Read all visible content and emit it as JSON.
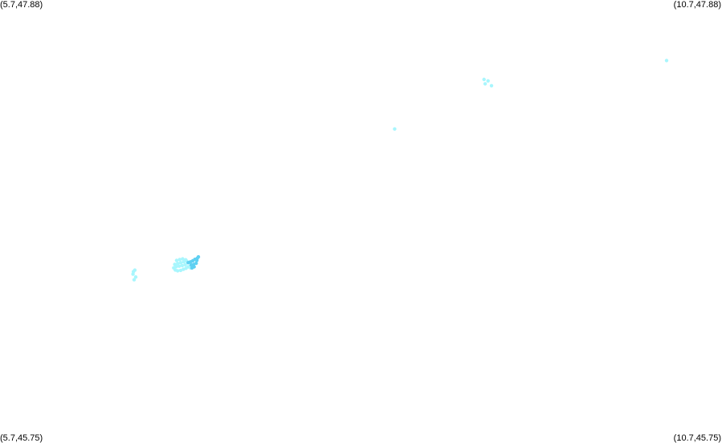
{
  "corners": {
    "top_left": "(5.7,47.88)",
    "top_right": "(10.7,47.88)",
    "bottom_left": "(5.7,45.75)",
    "bottom_right": "(10.7,45.75)"
  },
  "bounds": {
    "lon_min": 5.7,
    "lon_max": 10.7,
    "lat_min": 45.75,
    "lat_max": 47.88
  },
  "colors": {
    "light": "#a8f6fd",
    "medium": "#5fd0f2",
    "background": "#ffffff"
  },
  "points": [
    {
      "lon": 10.316,
      "lat": 47.589,
      "tone": "light"
    },
    {
      "lon": 9.052,
      "lat": 47.498,
      "tone": "light"
    },
    {
      "lon": 9.08,
      "lat": 47.491,
      "tone": "light"
    },
    {
      "lon": 9.06,
      "lat": 47.477,
      "tone": "light"
    },
    {
      "lon": 9.104,
      "lat": 47.468,
      "tone": "light"
    },
    {
      "lon": 8.433,
      "lat": 47.26,
      "tone": "light"
    },
    {
      "lon": 6.634,
      "lat": 46.581,
      "tone": "light"
    },
    {
      "lon": 6.624,
      "lat": 46.574,
      "tone": "light"
    },
    {
      "lon": 6.621,
      "lat": 46.562,
      "tone": "light"
    },
    {
      "lon": 6.64,
      "lat": 46.548,
      "tone": "light"
    },
    {
      "lon": 6.629,
      "lat": 46.535,
      "tone": "light"
    },
    {
      "lon": 6.914,
      "lat": 46.582,
      "tone": "light"
    },
    {
      "lon": 6.93,
      "lat": 46.578,
      "tone": "light"
    },
    {
      "lon": 6.951,
      "lat": 46.58,
      "tone": "light"
    },
    {
      "lon": 6.97,
      "lat": 46.585,
      "tone": "light"
    },
    {
      "lon": 6.988,
      "lat": 46.59,
      "tone": "light"
    },
    {
      "lon": 7.003,
      "lat": 46.597,
      "tone": "light"
    },
    {
      "lon": 6.903,
      "lat": 46.592,
      "tone": "light"
    },
    {
      "lon": 6.92,
      "lat": 46.598,
      "tone": "light"
    },
    {
      "lon": 6.941,
      "lat": 46.6,
      "tone": "light"
    },
    {
      "lon": 6.962,
      "lat": 46.603,
      "tone": "light"
    },
    {
      "lon": 6.983,
      "lat": 46.607,
      "tone": "light"
    },
    {
      "lon": 6.91,
      "lat": 46.609,
      "tone": "light"
    },
    {
      "lon": 6.931,
      "lat": 46.613,
      "tone": "light"
    },
    {
      "lon": 6.952,
      "lat": 46.617,
      "tone": "light"
    },
    {
      "lon": 6.973,
      "lat": 46.621,
      "tone": "light"
    },
    {
      "lon": 6.994,
      "lat": 46.624,
      "tone": "light"
    },
    {
      "lon": 6.923,
      "lat": 46.628,
      "tone": "light"
    },
    {
      "lon": 6.944,
      "lat": 46.632,
      "tone": "light"
    },
    {
      "lon": 6.965,
      "lat": 46.635,
      "tone": "light"
    },
    {
      "lon": 6.986,
      "lat": 46.631,
      "tone": "light"
    },
    {
      "lon": 7.012,
      "lat": 46.618,
      "tone": "light"
    },
    {
      "lon": 7.018,
      "lat": 46.6,
      "tone": "light"
    },
    {
      "lon": 7.02,
      "lat": 46.592,
      "tone": "light"
    },
    {
      "lon": 7.003,
      "lat": 46.617,
      "tone": "medium"
    },
    {
      "lon": 7.019,
      "lat": 46.621,
      "tone": "medium"
    },
    {
      "lon": 7.035,
      "lat": 46.626,
      "tone": "medium"
    },
    {
      "lon": 7.05,
      "lat": 46.633,
      "tone": "medium"
    },
    {
      "lon": 7.066,
      "lat": 46.638,
      "tone": "medium"
    },
    {
      "lon": 7.074,
      "lat": 46.645,
      "tone": "medium"
    },
    {
      "lon": 7.058,
      "lat": 46.614,
      "tone": "medium"
    },
    {
      "lon": 7.041,
      "lat": 46.609,
      "tone": "medium"
    },
    {
      "lon": 7.024,
      "lat": 46.606,
      "tone": "medium"
    },
    {
      "lon": 7.044,
      "lat": 46.597,
      "tone": "medium"
    },
    {
      "lon": 7.03,
      "lat": 46.592,
      "tone": "medium"
    },
    {
      "lon": 7.063,
      "lat": 46.628,
      "tone": "medium"
    }
  ]
}
